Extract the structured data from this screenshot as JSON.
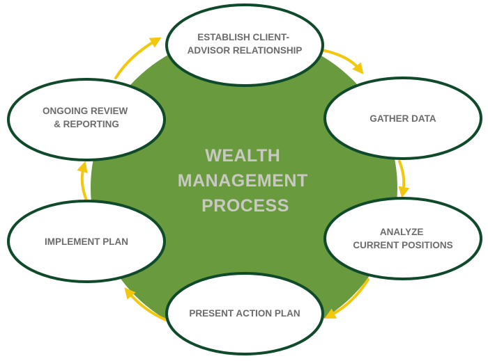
{
  "diagram": {
    "center": {
      "lines": [
        "WEALTH",
        "MANAGEMENT",
        "PROCESS"
      ]
    },
    "steps": [
      {
        "id": "establish",
        "lines": [
          "ESTABLISH CLIENT-",
          "ADVISOR RELATIONSHIP"
        ]
      },
      {
        "id": "gather",
        "lines": [
          "GATHER DATA"
        ]
      },
      {
        "id": "analyze",
        "lines": [
          "ANALYZE",
          "CURRENT POSITIONS"
        ]
      },
      {
        "id": "present",
        "lines": [
          "PRESENT ACTION PLAN"
        ]
      },
      {
        "id": "implement",
        "lines": [
          "IMPLEMENT PLAN"
        ]
      },
      {
        "id": "review",
        "lines": [
          "ONGOING REVIEW",
          "& REPORTING"
        ]
      }
    ]
  },
  "colors": {
    "circle_fill": "#6a9a3e",
    "node_border": "#0f4a2a",
    "node_fill": "#ffffff",
    "node_text": "#6b6b6b",
    "center_text": "#c9c9c3",
    "arrow": "#f2c80f"
  }
}
